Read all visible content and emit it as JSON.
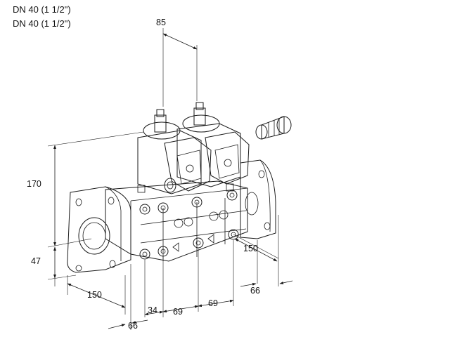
{
  "titles": [
    "DN 40 (1 1/2\")",
    "DN 40 (1 1/2\")"
  ],
  "dimensions": {
    "top_spacing": "85",
    "height": "170",
    "flange_height": "47",
    "length_left": "150",
    "length_right": "150",
    "flange_left": "66",
    "flange_right": "66",
    "offset": "34",
    "pitch_1": "69",
    "pitch_2": "69"
  },
  "colors": {
    "line": "#1a1a1a",
    "shade": "#cfcfcf",
    "dark": "#3a3a3a",
    "background": "#ffffff"
  }
}
